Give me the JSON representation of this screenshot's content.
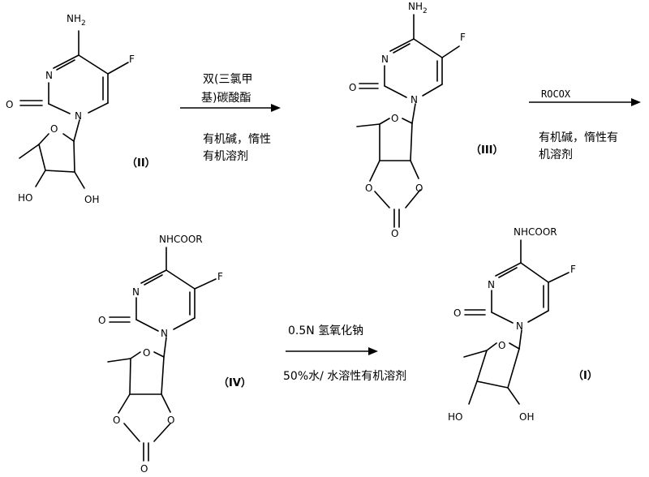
{
  "compounds": {
    "II": {
      "label": "（II）",
      "amine": "NH",
      "amine_sub": "2",
      "n3": "N",
      "o2": "O",
      "n1": "N",
      "f": "F",
      "o_ring": "O",
      "oh2": "HO",
      "oh3": "OH"
    },
    "III": {
      "label": "（III）",
      "amine": "NH",
      "amine_sub": "2",
      "n3": "N",
      "o2": "O",
      "n1": "N",
      "f": "F",
      "o_ring": "O",
      "o_c1": "O",
      "o_c2": "O",
      "o_carb": "O"
    },
    "IV": {
      "label": "（IV）",
      "amine": "NHCOOR",
      "n3": "N",
      "o2": "O",
      "n1": "N",
      "f": "F",
      "o_ring": "O",
      "o_c1": "O",
      "o_c2": "O",
      "o_carb": "O"
    },
    "I": {
      "label": "（I）",
      "amine": "NHCOOR",
      "n3": "N",
      "o2": "O",
      "n1": "N",
      "f": "F",
      "o_ring": "O",
      "oh2": "HO",
      "oh3": "OH"
    }
  },
  "steps": {
    "step1": {
      "above_1": "双(三氯甲",
      "above_2": "基)碳酸酯",
      "below_1": "有机碱，惰性",
      "below_2": "有机溶剂"
    },
    "step2": {
      "above": "ROCOX",
      "below_1": "有机碱，惰性有",
      "below_2": "机溶剂"
    },
    "step3": {
      "above": "0.5N 氢氧化钠",
      "below": "50%水/ 水溶性有机溶剂"
    }
  }
}
